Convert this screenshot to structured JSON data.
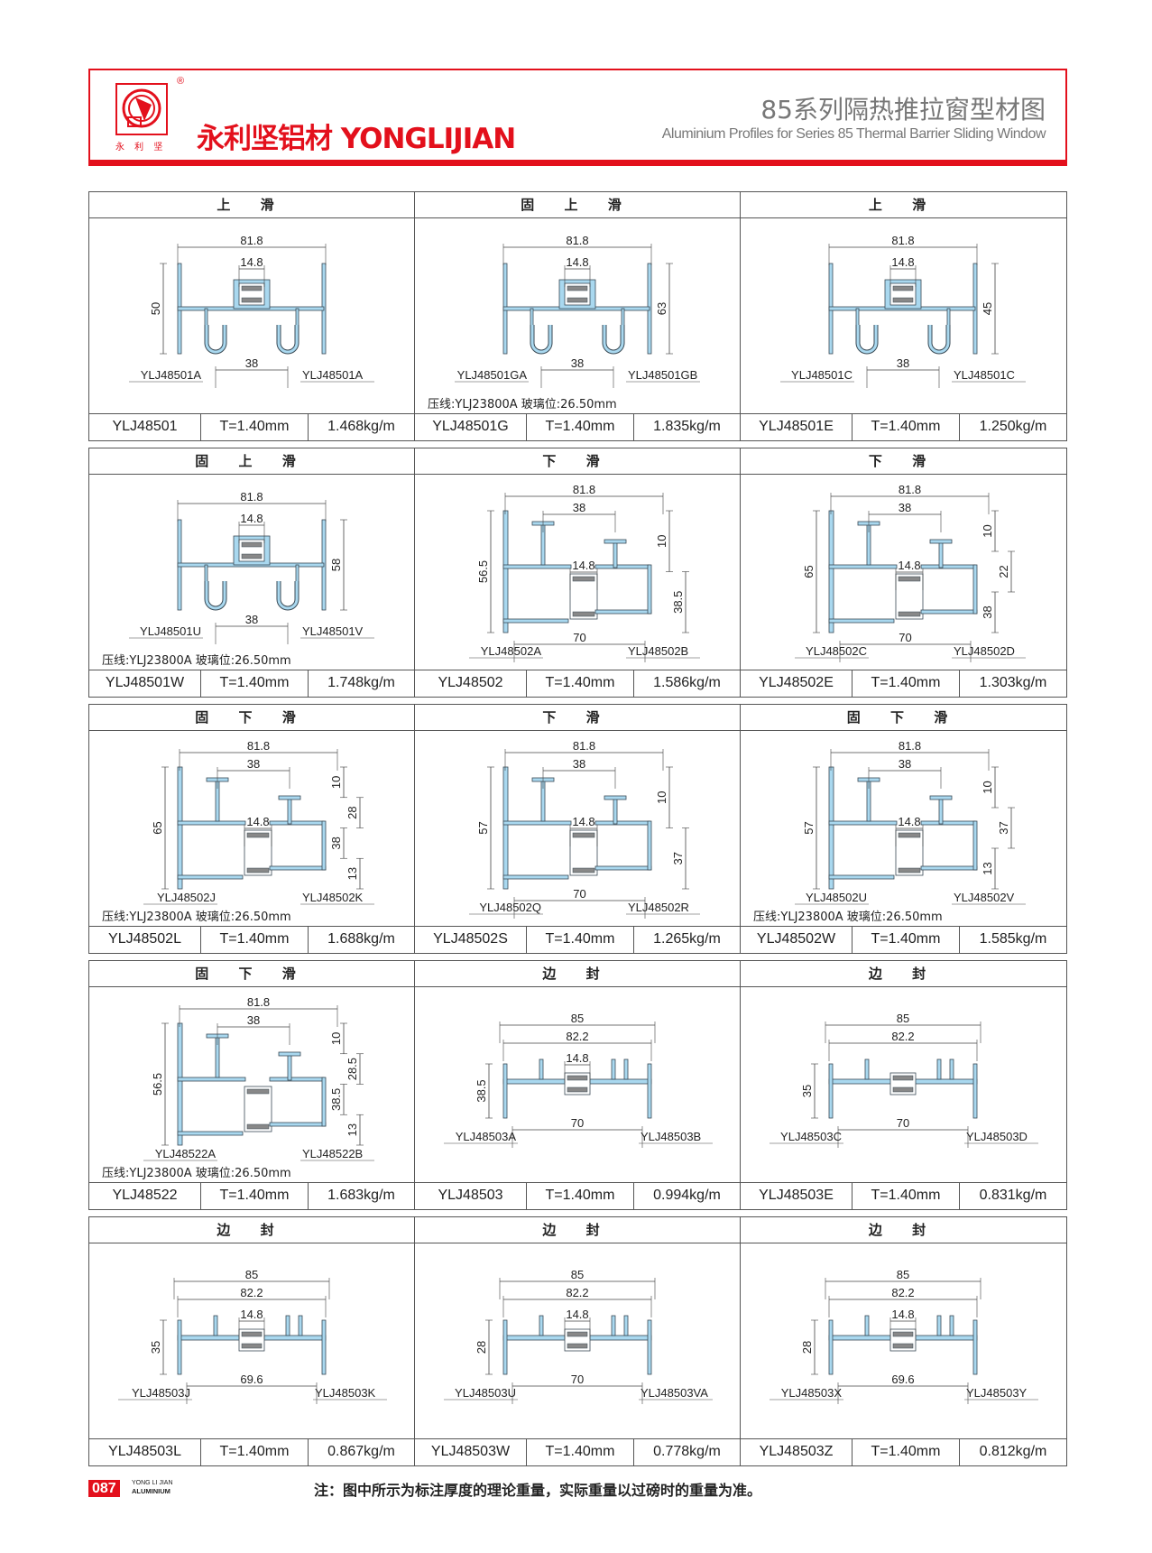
{
  "header": {
    "logo_text": "永 利 坚",
    "registered": "®",
    "brand": "永利坚铝材 YONGLIJIAN",
    "title_cn": "85系列隔热推拉窗型材图",
    "title_en": "Aluminium Profiles for Series 85 Thermal Barrier Sliding Window"
  },
  "colors": {
    "accent": "#e3101c",
    "profile_fill": "#a9d8ef",
    "profile_stroke": "#3a4a55"
  },
  "rows": [
    [
      {
        "title": "上 滑",
        "kind": "top",
        "dims_top": [
          "81.8",
          "14.8"
        ],
        "dim_bottom": "38",
        "dim_left": "50",
        "dims_right": [],
        "parts": [
          "YLJ48501A",
          "YLJ48501A"
        ],
        "note": "",
        "code": "YLJ48501",
        "thickness": "T=1.40mm",
        "weight": "1.468kg/m"
      },
      {
        "title": "固 上 滑",
        "kind": "top",
        "dims_top": [
          "81.8",
          "14.8"
        ],
        "dim_bottom": "38",
        "dim_left": "",
        "dims_right": [
          "63"
        ],
        "parts": [
          "YLJ48501GA",
          "YLJ48501GB"
        ],
        "note": "压线:YLJ23800A  玻璃位:26.50mm",
        "code": "YLJ48501G",
        "thickness": "T=1.40mm",
        "weight": "1.835kg/m"
      },
      {
        "title": "上 滑",
        "kind": "top",
        "dims_top": [
          "81.8",
          "14.8"
        ],
        "dim_bottom": "38",
        "dim_left": "",
        "dims_right": [
          "45"
        ],
        "parts": [
          "YLJ48501C",
          "YLJ48501C"
        ],
        "note": "",
        "code": "YLJ48501E",
        "thickness": "T=1.40mm",
        "weight": "1.250kg/m"
      }
    ],
    [
      {
        "title": "固 上 滑",
        "kind": "top",
        "dims_top": [
          "81.8",
          "14.8"
        ],
        "dim_bottom": "38",
        "dim_left": "",
        "dims_right": [
          "58"
        ],
        "parts": [
          "YLJ48501U",
          "YLJ48501V"
        ],
        "note": "压线:YLJ23800A  玻璃位:26.50mm",
        "code": "YLJ48501W",
        "thickness": "T=1.40mm",
        "weight": "1.748kg/m"
      },
      {
        "title": "下 滑",
        "kind": "bottom",
        "dims_top": [
          "81.8",
          "38",
          "14.8"
        ],
        "dim_bottom": "70",
        "dim_left": "56.5",
        "dims_right": [
          "10",
          "38.5"
        ],
        "parts": [
          "YLJ48502A",
          "YLJ48502B"
        ],
        "note": "",
        "code": "YLJ48502",
        "thickness": "T=1.40mm",
        "weight": "1.586kg/m"
      },
      {
        "title": "下 滑",
        "kind": "bottom",
        "dims_top": [
          "81.8",
          "38",
          "14.8"
        ],
        "dim_bottom": "70",
        "dim_left": "65",
        "dims_right": [
          "10",
          "22",
          "38"
        ],
        "parts": [
          "YLJ48502C",
          "YLJ48502D"
        ],
        "note": "",
        "code": "YLJ48502E",
        "thickness": "T=1.40mm",
        "weight": "1.303kg/m"
      }
    ],
    [
      {
        "title": "固 下 滑",
        "kind": "bottom",
        "dims_top": [
          "81.8",
          "38",
          "14.8"
        ],
        "dim_bottom": "",
        "dim_left": "65",
        "dims_right": [
          "10",
          "28",
          "38",
          "13"
        ],
        "parts": [
          "YLJ48502J",
          "YLJ48502K"
        ],
        "note": "压线:YLJ23800A  玻璃位:26.50mm",
        "code": "YLJ48502L",
        "thickness": "T=1.40mm",
        "weight": "1.688kg/m"
      },
      {
        "title": "下 滑",
        "kind": "bottom",
        "dims_top": [
          "81.8",
          "38",
          "14.8"
        ],
        "dim_bottom": "70",
        "dim_left": "57",
        "dims_right": [
          "10",
          "37"
        ],
        "parts": [
          "YLJ48502Q",
          "YLJ48502R"
        ],
        "note": "",
        "code": "YLJ48502S",
        "thickness": "T=1.40mm",
        "weight": "1.265kg/m"
      },
      {
        "title": "固 下 滑",
        "kind": "bottom",
        "dims_top": [
          "81.8",
          "38",
          "14.8"
        ],
        "dim_bottom": "",
        "dim_left": "57",
        "dims_right": [
          "10",
          "37",
          "13"
        ],
        "parts": [
          "YLJ48502U",
          "YLJ48502V"
        ],
        "note": "压线:YLJ23800A  玻璃位:26.50mm",
        "code": "YLJ48502W",
        "thickness": "T=1.40mm",
        "weight": "1.585kg/m"
      }
    ],
    [
      {
        "title": "固 下 滑",
        "kind": "bottom",
        "dims_top": [
          "81.8",
          "38"
        ],
        "dim_bottom": "",
        "dim_left": "56.5",
        "dims_right": [
          "10",
          "28.5",
          "38.5",
          "13"
        ],
        "parts": [
          "YLJ48522A",
          "YLJ48522B"
        ],
        "note": "压线:YLJ23800A  玻璃位:26.50mm",
        "code": "YLJ48522",
        "thickness": "T=1.40mm",
        "weight": "1.683kg/m"
      },
      {
        "title": "边 封",
        "kind": "side",
        "dims_top": [
          "85",
          "82.2",
          "14.8"
        ],
        "dim_bottom": "70",
        "dim_left": "38.5",
        "dims_right": [],
        "parts": [
          "YLJ48503A",
          "YLJ48503B"
        ],
        "note": "",
        "code": "YLJ48503",
        "thickness": "T=1.40mm",
        "weight": "0.994kg/m"
      },
      {
        "title": "边 封",
        "kind": "side",
        "dims_top": [
          "85",
          "82.2"
        ],
        "dim_bottom": "70",
        "dim_left": "35",
        "dims_right": [],
        "parts": [
          "YLJ48503C",
          "YLJ48503D"
        ],
        "note": "",
        "code": "YLJ48503E",
        "thickness": "T=1.40mm",
        "weight": "0.831kg/m"
      }
    ],
    [
      {
        "title": "边 封",
        "kind": "side",
        "dims_top": [
          "85",
          "82.2",
          "14.8"
        ],
        "dim_bottom": "69.6",
        "dim_left": "35",
        "dims_right": [],
        "parts": [
          "YLJ48503J",
          "YLJ48503K"
        ],
        "note": "",
        "code": "YLJ48503L",
        "thickness": "T=1.40mm",
        "weight": "0.867kg/m"
      },
      {
        "title": "边 封",
        "kind": "side",
        "dims_top": [
          "85",
          "82.2",
          "14.8"
        ],
        "dim_bottom": "70",
        "dim_left": "28",
        "dims_right": [],
        "parts": [
          "YLJ48503U",
          "YLJ48503VA"
        ],
        "note": "",
        "code": "YLJ48503W",
        "thickness": "T=1.40mm",
        "weight": "0.778kg/m"
      },
      {
        "title": "边 封",
        "kind": "side",
        "dims_top": [
          "85",
          "82.2",
          "14.8"
        ],
        "dim_bottom": "69.6",
        "dim_left": "28",
        "dims_right": [],
        "parts": [
          "YLJ48503X",
          "YLJ48503Y"
        ],
        "note": "",
        "code": "YLJ48503Z",
        "thickness": "T=1.40mm",
        "weight": "0.812kg/m"
      }
    ]
  ],
  "footer": {
    "page_number": "087",
    "brand_line1": "YONG LI JIAN",
    "brand_line2": "ALUMINIUM",
    "note": "注：图中所示为标注厚度的理论重量，实际重量以过磅时的重量为准。"
  }
}
